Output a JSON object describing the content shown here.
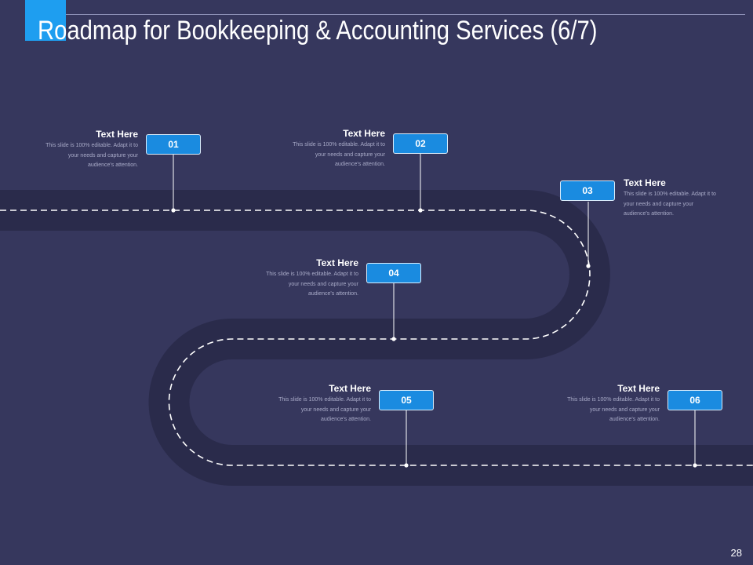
{
  "slide": {
    "title": "Roadmap for Bookkeeping & Accounting Services (6/7)",
    "page_number": "28"
  },
  "colors": {
    "background": "#36375d",
    "road": "#2a2b4b",
    "accent": "#1e9ef0",
    "box": "#1a8be0",
    "dash": "#ffffff"
  },
  "milestones": [
    {
      "number": "01",
      "heading": "Text Here",
      "body": "This slide is 100% editable. Adapt it to your needs and capture your audience's attention."
    },
    {
      "number": "02",
      "heading": "Text Here",
      "body": "This slide is 100% editable. Adapt it to your needs and capture your audience's attention."
    },
    {
      "number": "03",
      "heading": "Text Here",
      "body": "This slide is 100% editable. Adapt it to your needs and capture your audience's attention."
    },
    {
      "number": "04",
      "heading": "Text Here",
      "body": "This slide is 100% editable. Adapt it to your needs and capture your audience's attention."
    },
    {
      "number": "05",
      "heading": "Text Here",
      "body": "This slide is 100% editable. Adapt it to your needs and capture your audience's attention."
    },
    {
      "number": "06",
      "heading": "Text Here",
      "body": "This slide is 100% editable. Adapt it to your needs and capture your audience's attention."
    }
  ]
}
